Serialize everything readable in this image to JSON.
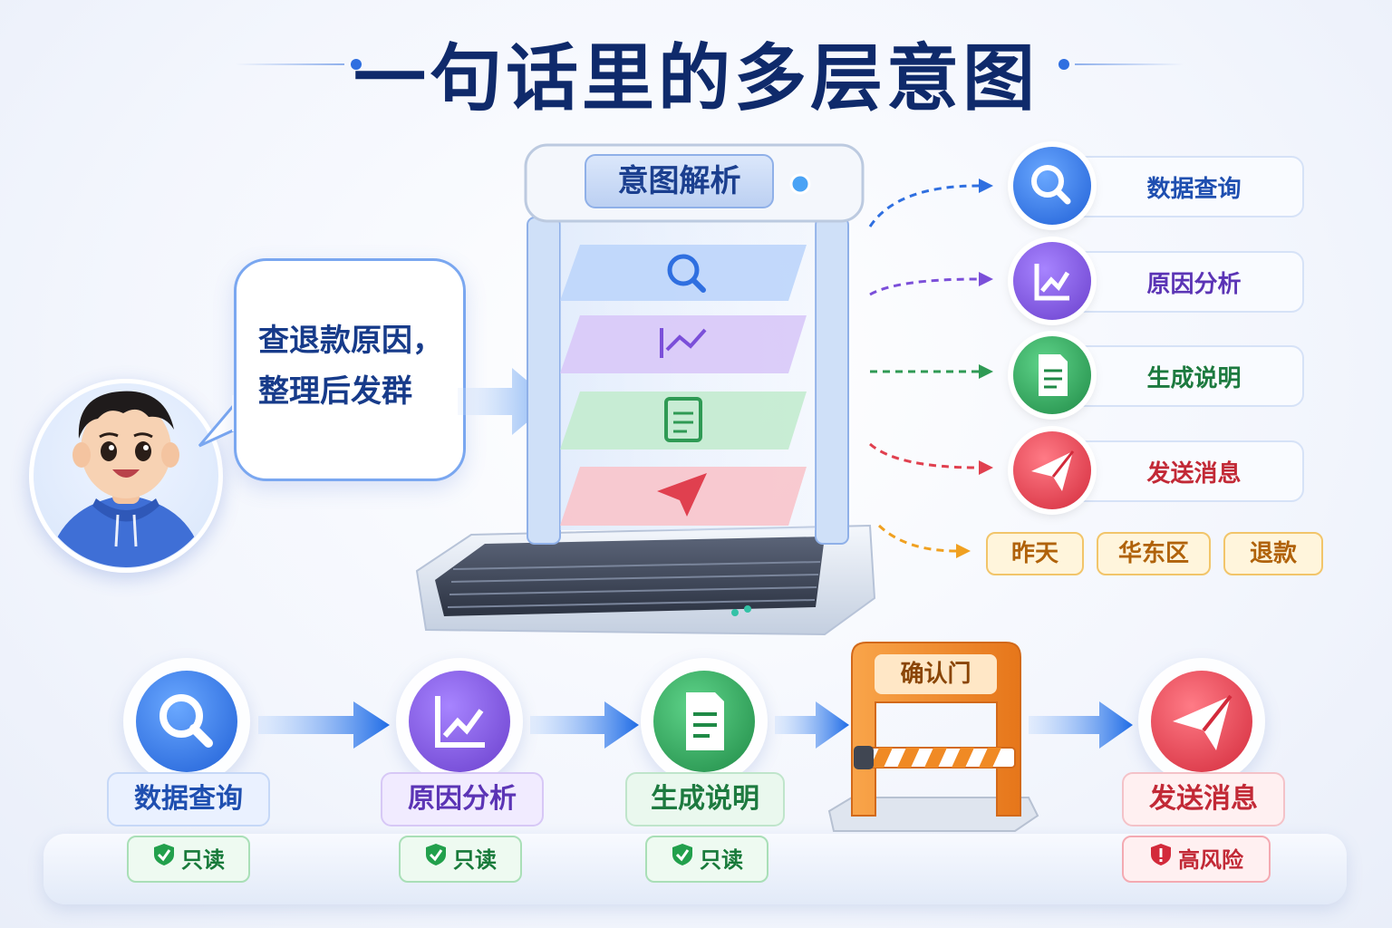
{
  "title": "一句话里的多层意图",
  "user_message": {
    "line1": "查退款原因，",
    "line2": "整理后发群"
  },
  "parser": {
    "label": "意图解析"
  },
  "intents": [
    {
      "label": "数据查询",
      "icon": "search-icon",
      "color": "#2f6fe0"
    },
    {
      "label": "原因分析",
      "icon": "chart-icon",
      "color": "#7b4fd9"
    },
    {
      "label": "生成说明",
      "icon": "document-icon",
      "color": "#2f9a54"
    },
    {
      "label": "发送消息",
      "icon": "send-icon",
      "color": "#e0404f"
    }
  ],
  "entities": [
    "昨天",
    "华东区",
    "退款"
  ],
  "flow": {
    "steps": [
      {
        "label": "数据查询",
        "badge": "只读",
        "badge_type": "readonly"
      },
      {
        "label": "原因分析",
        "badge": "只读",
        "badge_type": "readonly"
      },
      {
        "label": "生成说明",
        "badge": "只读",
        "badge_type": "readonly"
      },
      {
        "label": "发送消息",
        "badge": "高风险",
        "badge_type": "high-risk"
      }
    ],
    "gate": {
      "label": "确认门"
    }
  },
  "colors": {
    "title": "#0f2a6b",
    "blue": "#2f6fe0",
    "purple": "#7b4fd9",
    "green": "#2f9a54",
    "red": "#e0404f",
    "orange": "#f08a24",
    "entity": "#b0620a"
  }
}
